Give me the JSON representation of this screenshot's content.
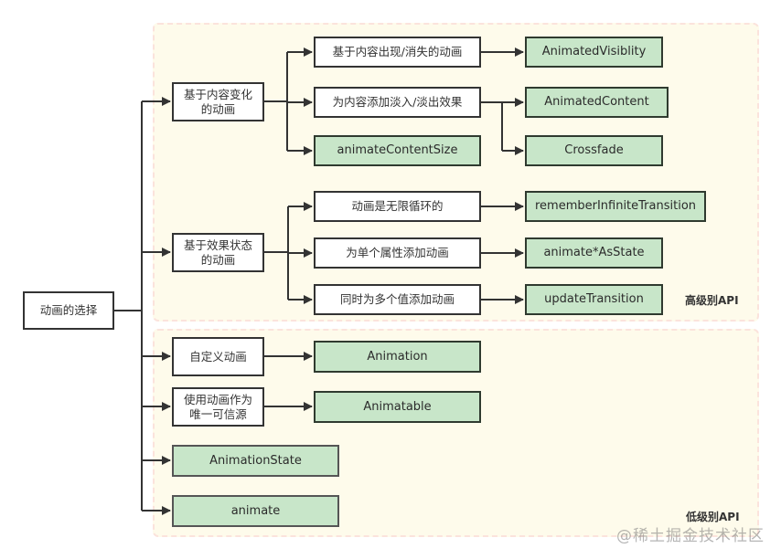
{
  "root": {
    "label": "动画的选择"
  },
  "high_level": {
    "label": "高级别API",
    "groups": [
      {
        "label_line1": "基于内容变化",
        "label_line2": "的动画",
        "items": [
          {
            "label": "基于内容出现/消失的动画",
            "apis": [
              "AnimatedVisiblity"
            ]
          },
          {
            "label": "为内容添加淡入/淡出效果",
            "apis": [
              "AnimatedContent",
              "Crossfade"
            ]
          },
          {
            "label": "animateContentSize",
            "is_api": true
          }
        ]
      },
      {
        "label_line1": "基于效果状态",
        "label_line2": "的动画",
        "items": [
          {
            "label": "动画是无限循环的",
            "apis": [
              "rememberInfiniteTransition"
            ]
          },
          {
            "label": "为单个属性添加动画",
            "apis": [
              "animate*AsState"
            ]
          },
          {
            "label": "同时为多个值添加动画",
            "apis": [
              "updateTransition"
            ]
          }
        ]
      }
    ]
  },
  "low_level": {
    "label": "低级别API",
    "items": [
      {
        "label_line1": "自定义动画",
        "label_line2": "",
        "api": "Animation"
      },
      {
        "label_line1": "使用动画作为",
        "label_line2": "唯一可信源",
        "api": "Animatable"
      },
      {
        "label": "AnimationState",
        "is_api": true
      },
      {
        "label": "animate",
        "is_api": true
      }
    ]
  },
  "watermark": "@稀土掘金技术社区",
  "colors": {
    "api_fill": "#c8e6c9",
    "region_fill": "#fefbeb",
    "region_border": "#fbe3dc",
    "line": "#333333"
  }
}
